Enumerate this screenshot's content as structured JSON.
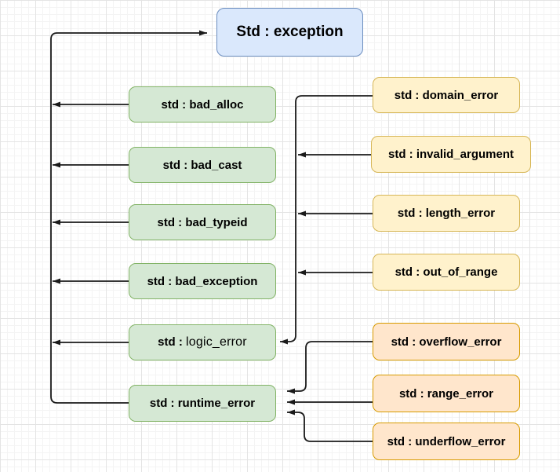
{
  "diagram": {
    "title_node": "Std : exception",
    "palette": {
      "base_fill": "#dae8fc",
      "base_border": "#6c8ebf",
      "green_fill": "#d5e8d4",
      "green_border": "#82b366",
      "yellow_fill": "#fff2cc",
      "yellow_border": "#d6b656",
      "orange_fill": "#ffe6cc",
      "orange_border": "#d79b00",
      "arrow": "#1a1a1a"
    },
    "nodes": {
      "exception": {
        "label": "Std : exception"
      },
      "bad_alloc": {
        "label": "std : bad_alloc"
      },
      "bad_cast": {
        "label": "std : bad_cast"
      },
      "bad_typeid": {
        "label": "std : bad_typeid"
      },
      "bad_exception": {
        "label": "std : bad_exception"
      },
      "logic_error": {
        "label_prefix": "std : ",
        "label_name": "logic_error"
      },
      "runtime_error": {
        "label": "std : runtime_error"
      },
      "domain_error": {
        "label": "std : domain_error"
      },
      "invalid_argument": {
        "label": "std : invalid_argument"
      },
      "length_error": {
        "label": "std : length_error"
      },
      "out_of_range": {
        "label": "std : out_of_range"
      },
      "overflow_error": {
        "label": "std : overflow_error"
      },
      "range_error": {
        "label": "std : range_error"
      },
      "underflow_error": {
        "label": "std : underflow_error"
      }
    },
    "edges": [
      "runtime_error -> exception",
      "bad_alloc -> trunk-left",
      "bad_cast -> trunk-left",
      "bad_typeid -> trunk-left",
      "bad_exception -> trunk-left",
      "logic_error -> trunk-left",
      "domain_error -> logic_error",
      "invalid_argument -> trunk-right",
      "length_error -> trunk-right",
      "out_of_range -> trunk-right",
      "overflow_error -> runtime_error",
      "range_error -> runtime_error",
      "underflow_error -> runtime_error"
    ]
  }
}
